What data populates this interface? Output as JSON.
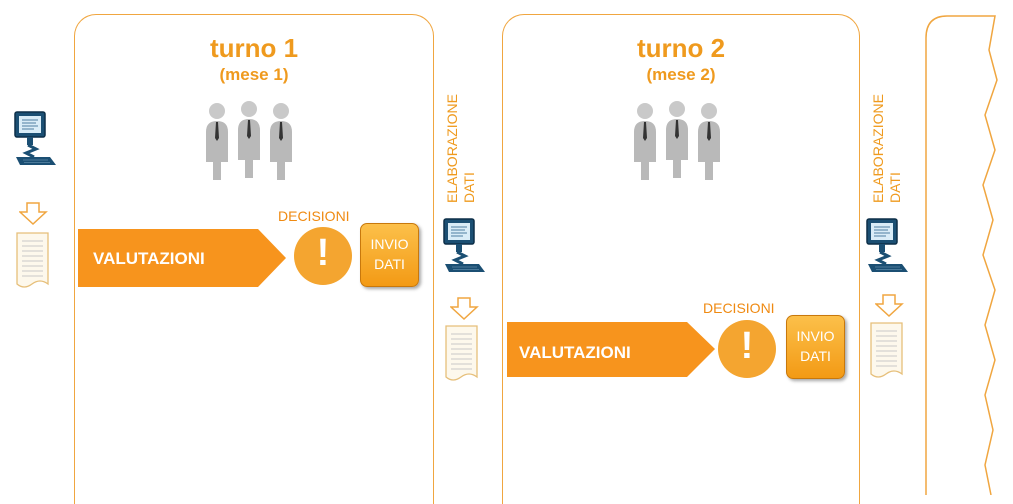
{
  "colors": {
    "accent": "#ef9a1e",
    "panel_border": "#f0a640",
    "arrow": "#f7941d"
  },
  "rounds": [
    {
      "title": "turno 1",
      "subtitle": "(mese 1)",
      "valutazioni": "VALUTAZIONI",
      "decisioni": "DECISIONI",
      "bang": "!",
      "invio_line1": "INVIO",
      "invio_line2": "DATI"
    },
    {
      "title": "turno 2",
      "subtitle": "(mese 2)",
      "valutazioni": "VALUTAZIONI",
      "decisioni": "DECISIONI",
      "bang": "!",
      "invio_line1": "INVIO",
      "invio_line2": "DATI"
    }
  ],
  "elaborazione": [
    {
      "line1": "ELABORAZIONE",
      "line2": "DATI"
    },
    {
      "line1": "ELABORAZIONE",
      "line2": "DATI"
    }
  ],
  "icons": [
    "computer-icon",
    "down-arrow-icon",
    "document-icon",
    "people-icon"
  ]
}
